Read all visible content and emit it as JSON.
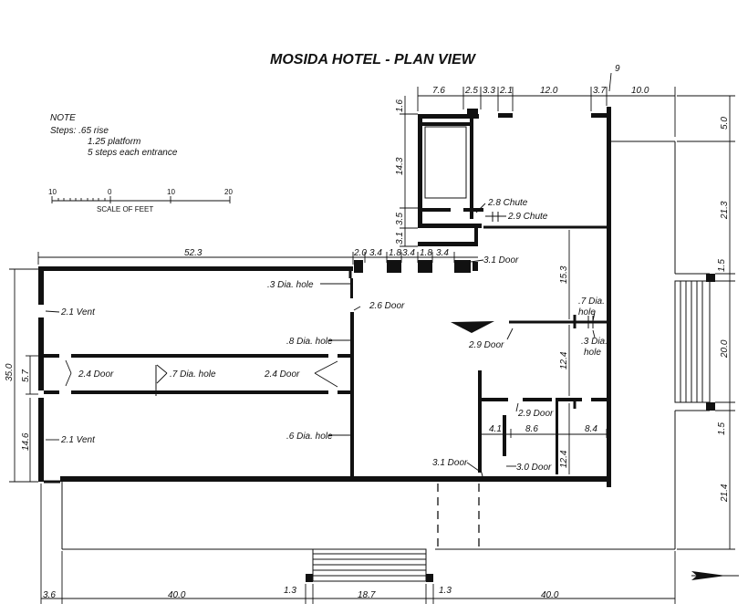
{
  "title": "MOSIDA HOTEL - PLAN VIEW",
  "note": {
    "heading": "NOTE",
    "lines": [
      "Steps: .65 rise",
      "1.25 platform",
      "5 steps each entrance"
    ]
  },
  "scale": {
    "ticks": [
      "10",
      "0",
      "10",
      "20"
    ],
    "label": "SCALE OF FEET"
  },
  "dims": {
    "top": [
      "7.6",
      "2.5",
      "3.3",
      "2.1",
      "12.0",
      "3.7",
      "10.0"
    ],
    "top_marker": "9",
    "left_small": [
      "1.6",
      "14.3",
      "3.5",
      "3.1"
    ],
    "mid_row": [
      "52.3",
      "2.0",
      "3.4",
      "1.8",
      "3.4",
      "1.8",
      "3.4"
    ],
    "left": [
      "35.0",
      "5.7",
      "14.6"
    ],
    "right": [
      "5.0",
      "21.3",
      "1.5",
      "20.0",
      "1.5",
      "21.4"
    ],
    "bottom": [
      "3.6",
      "40.0",
      "1.3",
      "18.7",
      "1.3",
      "40.0"
    ],
    "interior": [
      "15.3",
      "12.4",
      "4.1",
      "8.6",
      "8.4",
      "12.4"
    ]
  },
  "labels": {
    "chute_28": "2.8 Chute",
    "chute_29": "2.9 Chute",
    "door_31_top": "3.1 Door",
    "hole_3": ".3 Dia. hole",
    "door_26": "2.6 Door",
    "vent_top": "2.1 Vent",
    "hole_8": ".8 Dia. hole",
    "door_24_left": "2.4 Door",
    "hole_7": ".7 Dia. hole",
    "door_24_right": "2.4  Door",
    "hole_6": ".6 Dia. hole",
    "vent_bottom": "2.1 Vent",
    "hole_7_right_a": ".7 Dia.",
    "hole_7_right_b": "hole",
    "hole_3_right_a": ".3 Dia.",
    "hole_3_right_b": "hole",
    "door_29_mid": "2.9 Door",
    "door_29_low": "2.9 Door",
    "door_31_bottom": "3.1 Door",
    "door_30": "3.0 Door"
  },
  "north_arrow": "arrow-icon"
}
